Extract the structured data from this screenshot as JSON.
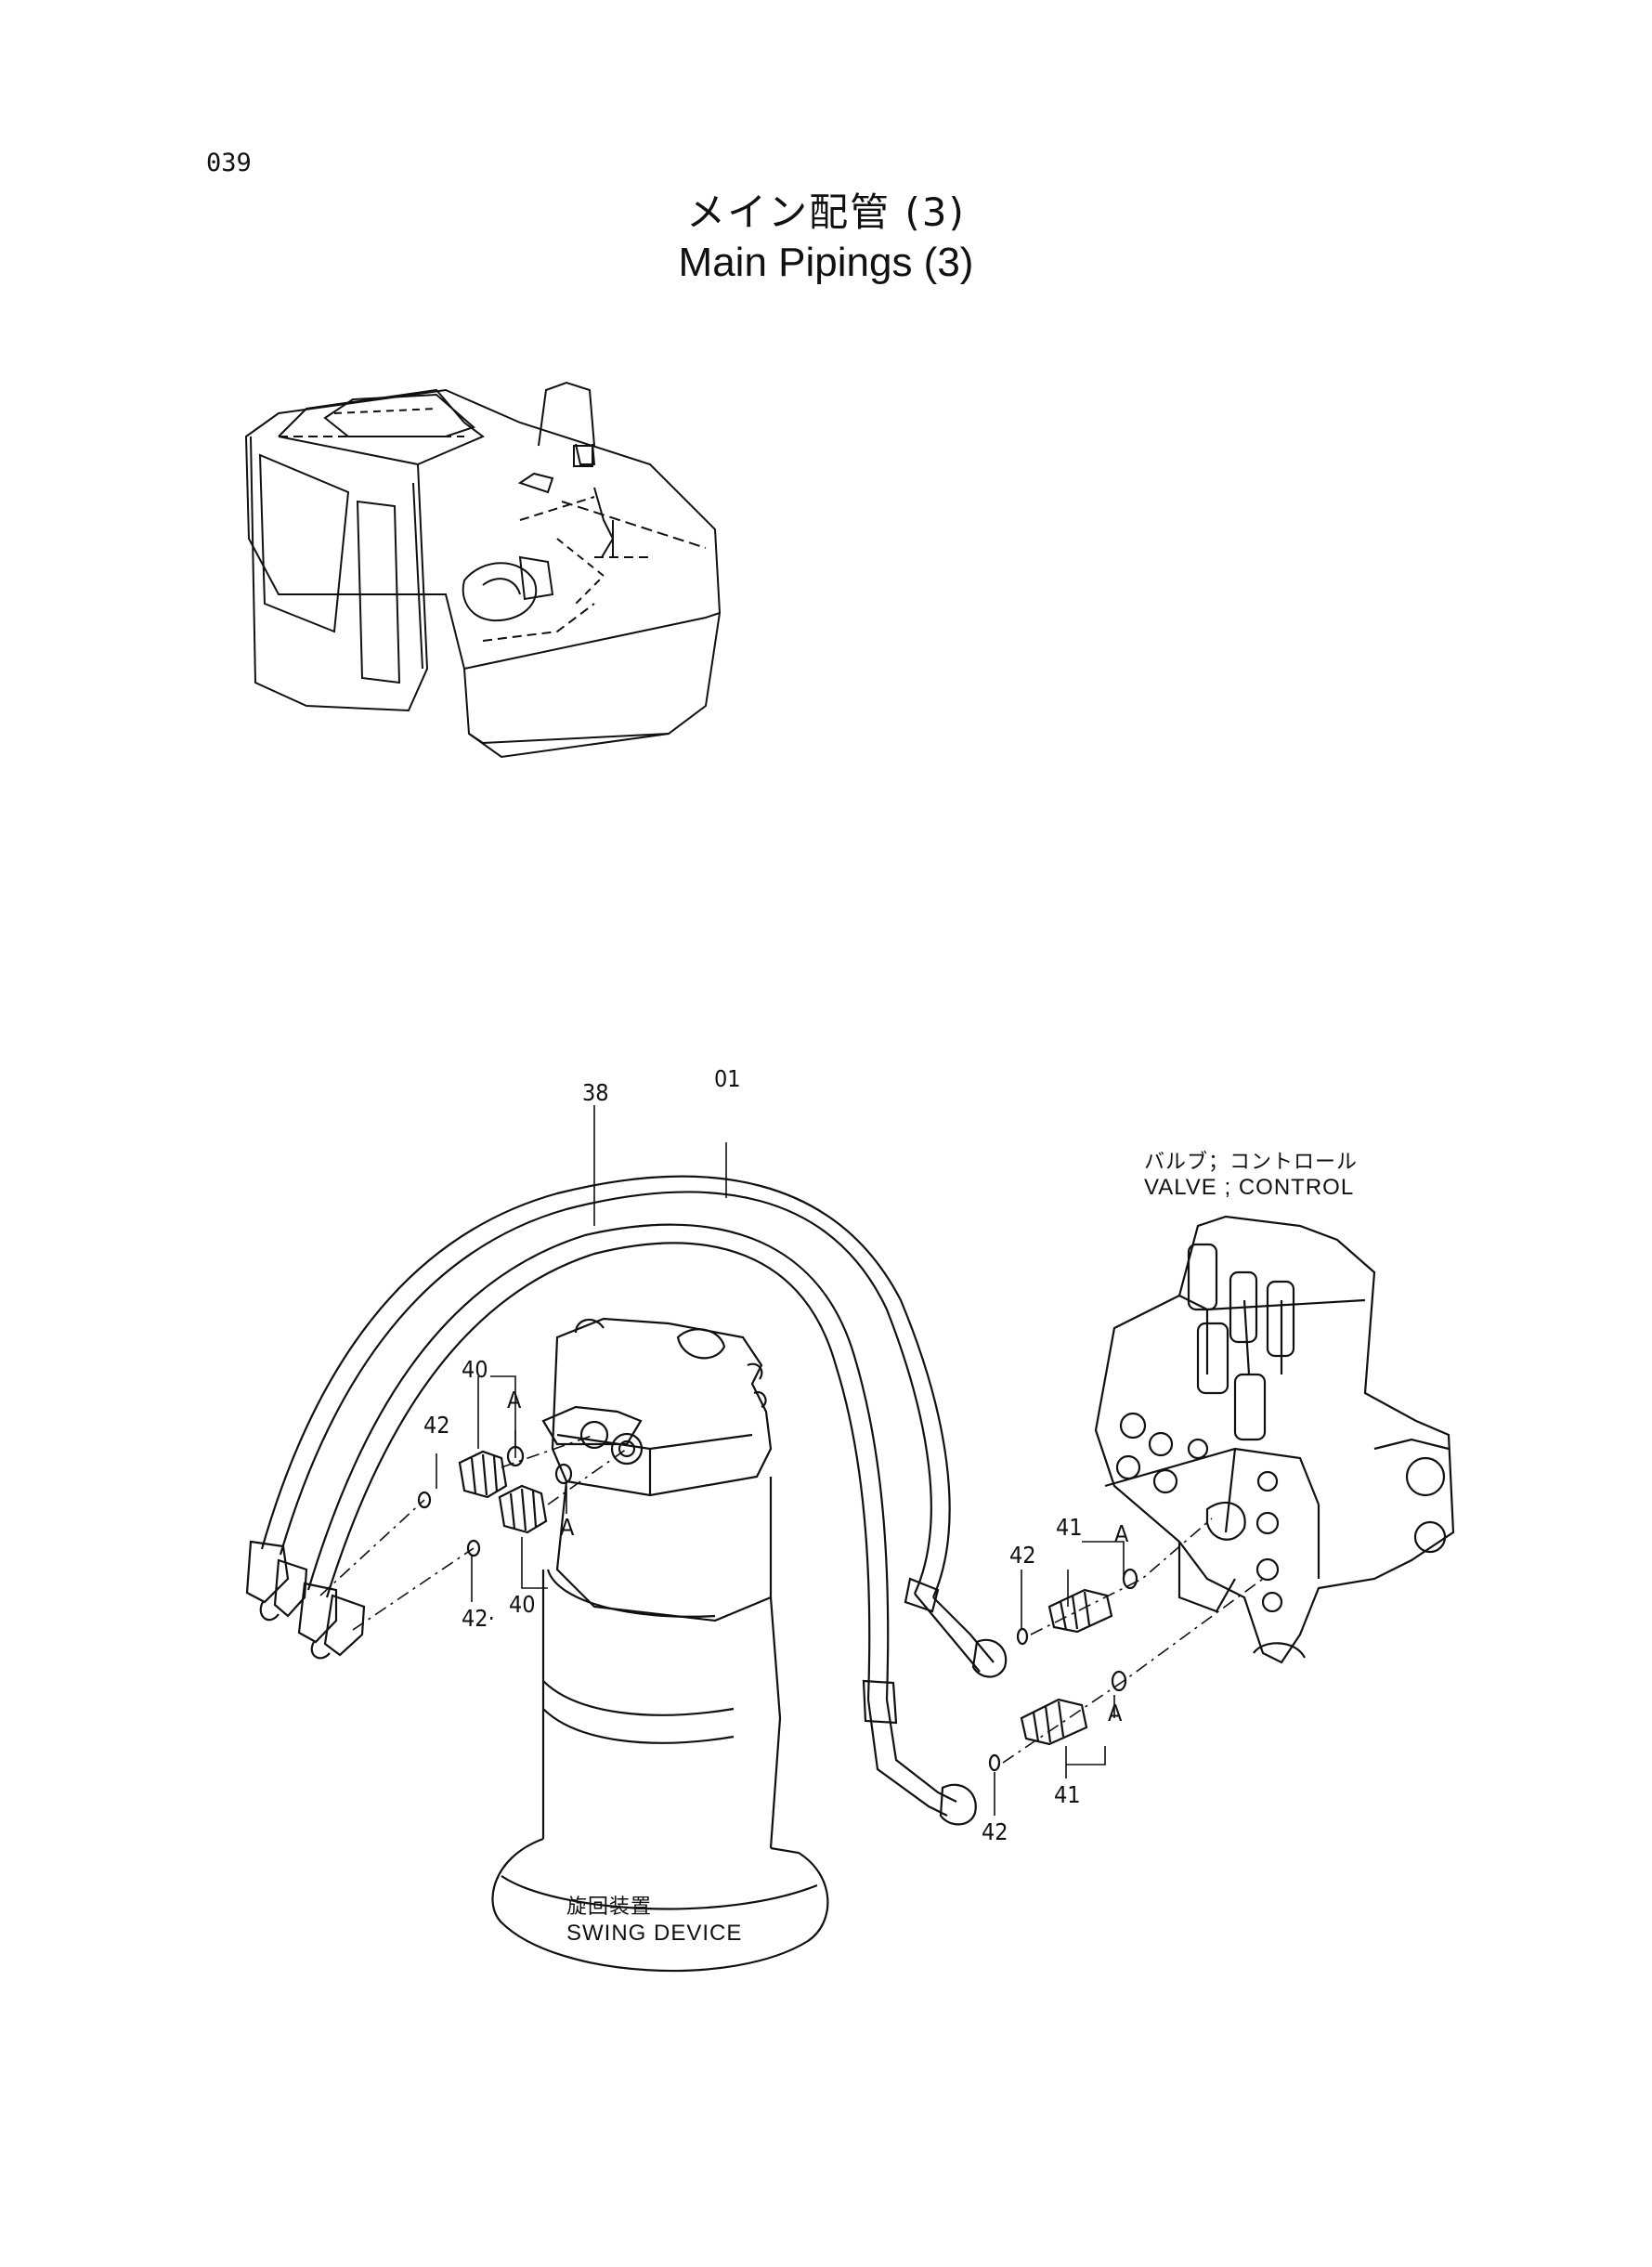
{
  "header": {
    "page_number": "039",
    "title_jp": "メイン配管 (3)",
    "title_en": "Main Pipings (3)"
  },
  "callouts": {
    "c01": "01",
    "c38": "38",
    "c40_top": "40",
    "c40_bottom": "40",
    "c41_top": "41",
    "c41_bottom": "41",
    "c42_left": "42",
    "c42_lower_left": "42·",
    "c42_mid": "42",
    "c42_bottom": "42",
    "a_left_top": "A",
    "a_left_bottom": "A",
    "a_right_top": "A",
    "a_right_bottom": "A"
  },
  "captions": {
    "valve_jp": "バルブ；コントロール",
    "valve_en": "VALVE ; CONTROL",
    "swing_jp": "旋回装置",
    "swing_en": "SWING DEVICE"
  },
  "colors": {
    "ink": "#111111",
    "background": "#ffffff"
  }
}
